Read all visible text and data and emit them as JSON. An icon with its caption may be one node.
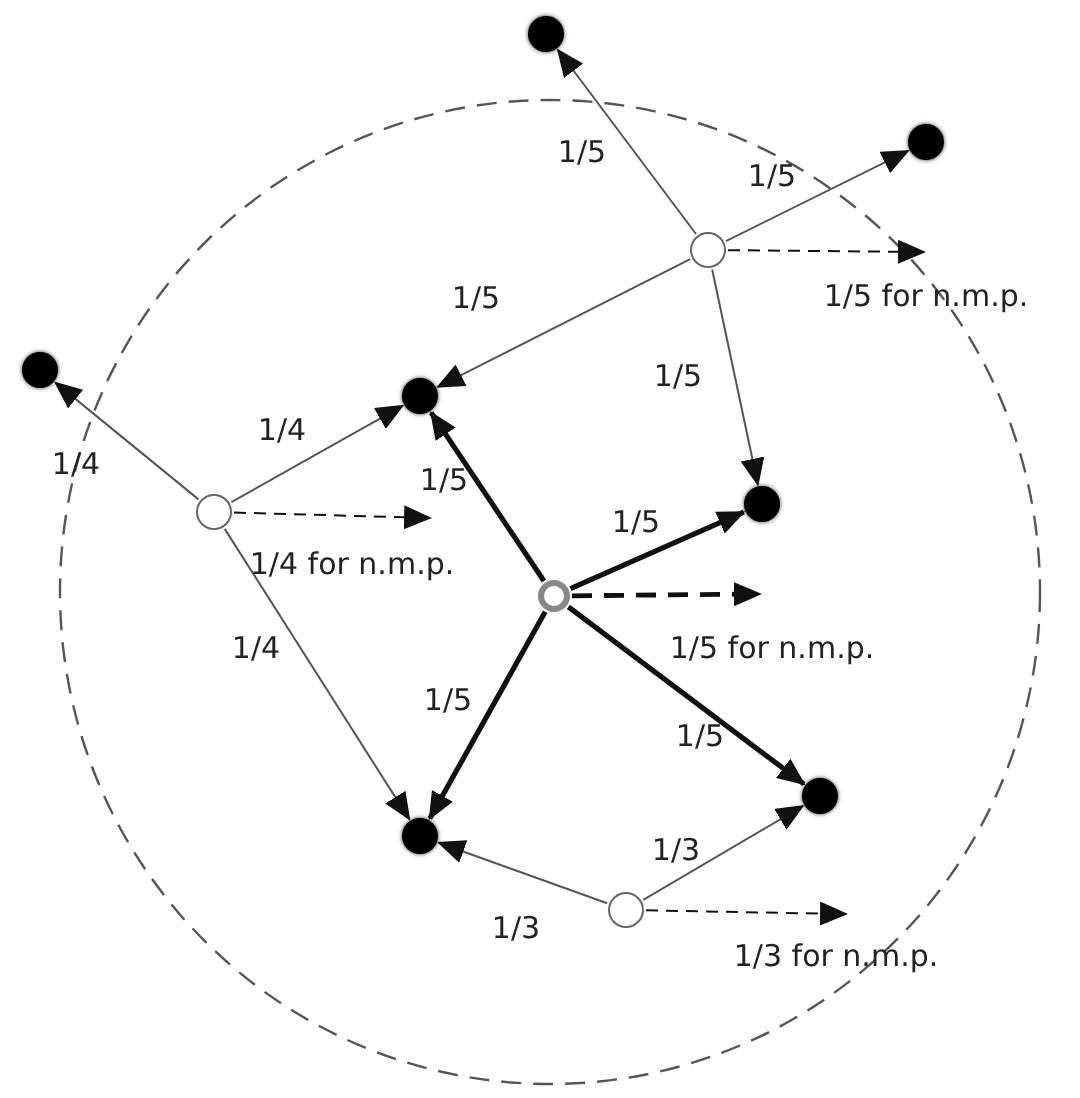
{
  "diagram": {
    "nodes": [
      {
        "text": [],
        "shape": "circle"
      },
      {
        "text": [],
        "shape": "circle"
      },
      {
        "text": [],
        "shape": "circle"
      },
      {
        "text": [],
        "shape": "circle"
      },
      {
        "text": [],
        "shape": "circle"
      },
      {
        "text": [],
        "shape": "circle"
      },
      {
        "text": [],
        "shape": "circle"
      },
      {
        "text": [],
        "shape": "circle"
      },
      {
        "text": [],
        "shape": "circle"
      },
      {
        "text": [],
        "shape": "circle"
      },
      {
        "text": [],
        "shape": "circle"
      }
    ],
    "edges": [
      {
        "from": 2,
        "to": 0,
        "arrow": "to",
        "label": "1/5"
      },
      {
        "from": 2,
        "to": 1,
        "arrow": "to",
        "label": "1/5"
      },
      {
        "from": 2,
        "to": 4,
        "arrow": "to",
        "label": "1/5"
      },
      {
        "from": 2,
        "to": 5,
        "arrow": "to",
        "label": "1/5"
      },
      {
        "from": 2,
        "to": null,
        "arrow": "to",
        "label": "1/5 for n.m.p.",
        "style": "dashed"
      },
      {
        "from": 6,
        "to": 3,
        "arrow": "to",
        "label": "1/4"
      },
      {
        "from": 6,
        "to": 4,
        "arrow": "to",
        "label": "1/4"
      },
      {
        "from": 6,
        "to": 9,
        "arrow": "to",
        "label": "1/4"
      },
      {
        "from": 6,
        "to": null,
        "arrow": "to",
        "label": "1/4 for n.m.p.",
        "style": "dashed"
      },
      {
        "from": 7,
        "to": 4,
        "arrow": "to",
        "label": "1/5",
        "style": "thick"
      },
      {
        "from": 7,
        "to": 5,
        "arrow": "to",
        "label": "1/5",
        "style": "thick"
      },
      {
        "from": 7,
        "to": 8,
        "arrow": "to",
        "label": "1/5",
        "style": "thick"
      },
      {
        "from": 7,
        "to": 9,
        "arrow": "to",
        "label": "1/5",
        "style": "thick"
      },
      {
        "from": 7,
        "to": null,
        "arrow": "to",
        "label": "1/5 for n.m.p.",
        "style": "dashed"
      },
      {
        "from": 10,
        "to": 9,
        "arrow": "to",
        "label": "1/3"
      },
      {
        "from": 10,
        "to": 8,
        "arrow": "to",
        "label": "1/3"
      },
      {
        "from": 10,
        "to": null,
        "arrow": "to",
        "label": "1/3 for n.m.p.",
        "style": "dashed"
      }
    ]
  }
}
